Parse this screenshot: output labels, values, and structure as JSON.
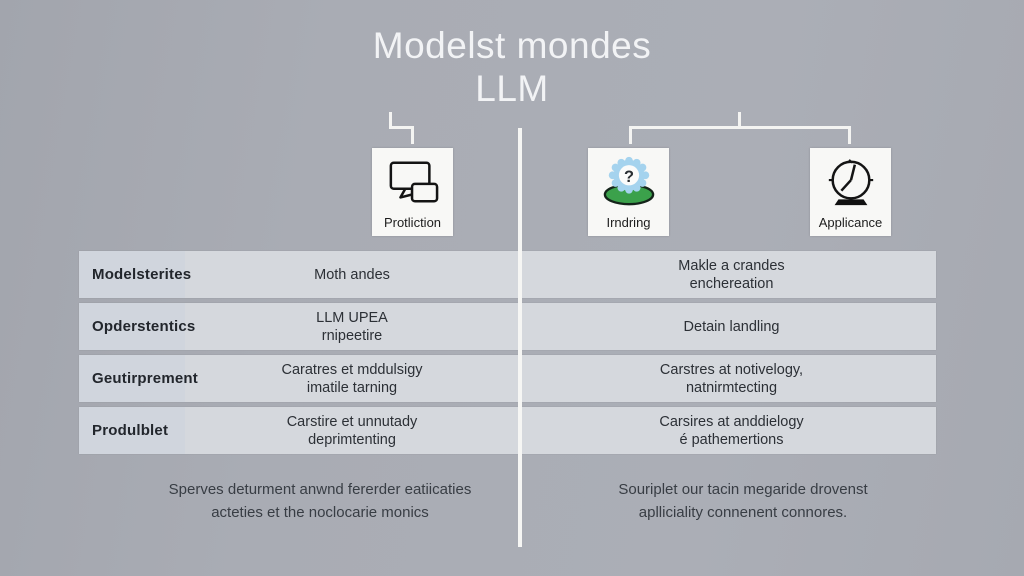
{
  "title": {
    "line1": "Modelst mondes",
    "line2": "LLM"
  },
  "icon_cards": [
    {
      "label": "Protliction",
      "icon": "devices-icon"
    },
    {
      "label": "Irndring",
      "icon": "question-globe-icon"
    },
    {
      "label": "Applicance",
      "icon": "clock-icon"
    }
  ],
  "table": {
    "rows": [
      {
        "label": "Modelsterites",
        "left_cell": "Moth andes",
        "right_cell": "Makle a crandes\nenchereation"
      },
      {
        "label": "Opderstentics",
        "left_cell": "LLM UPEA\nrnipeetire",
        "right_cell": "Detain landling"
      },
      {
        "label": "Geutirprement",
        "left_cell": "Caratres et mddulsigy\nimatile tarning",
        "right_cell": "Carstres at notivelogy,\nnatnirmtecting"
      },
      {
        "label": "Produlblet",
        "left_cell": "Carstire et unnutady\ndeprimtenting",
        "right_cell": "Carsires at anddielogy\né pathemertions"
      }
    ]
  },
  "footnotes": {
    "left": "Sperves deturment anwnd fererder eatiicaties\nacteties et the noclocarie monics",
    "right": "Souriplet our tacin megaride drovenst\naplliciality connenent connores."
  },
  "colors": {
    "background": "#a8abb3",
    "row_band": "#d5d8dd",
    "label_cell": "#d0d5dd",
    "card_background": "#f8f8f6",
    "connector_line": "#f4f4f2",
    "title_text": "#f2f3f5",
    "body_text": "#2c3036",
    "globe_green": "#3ba14b",
    "globe_blue": "#a5d3ee",
    "icon_stroke": "#141414"
  }
}
